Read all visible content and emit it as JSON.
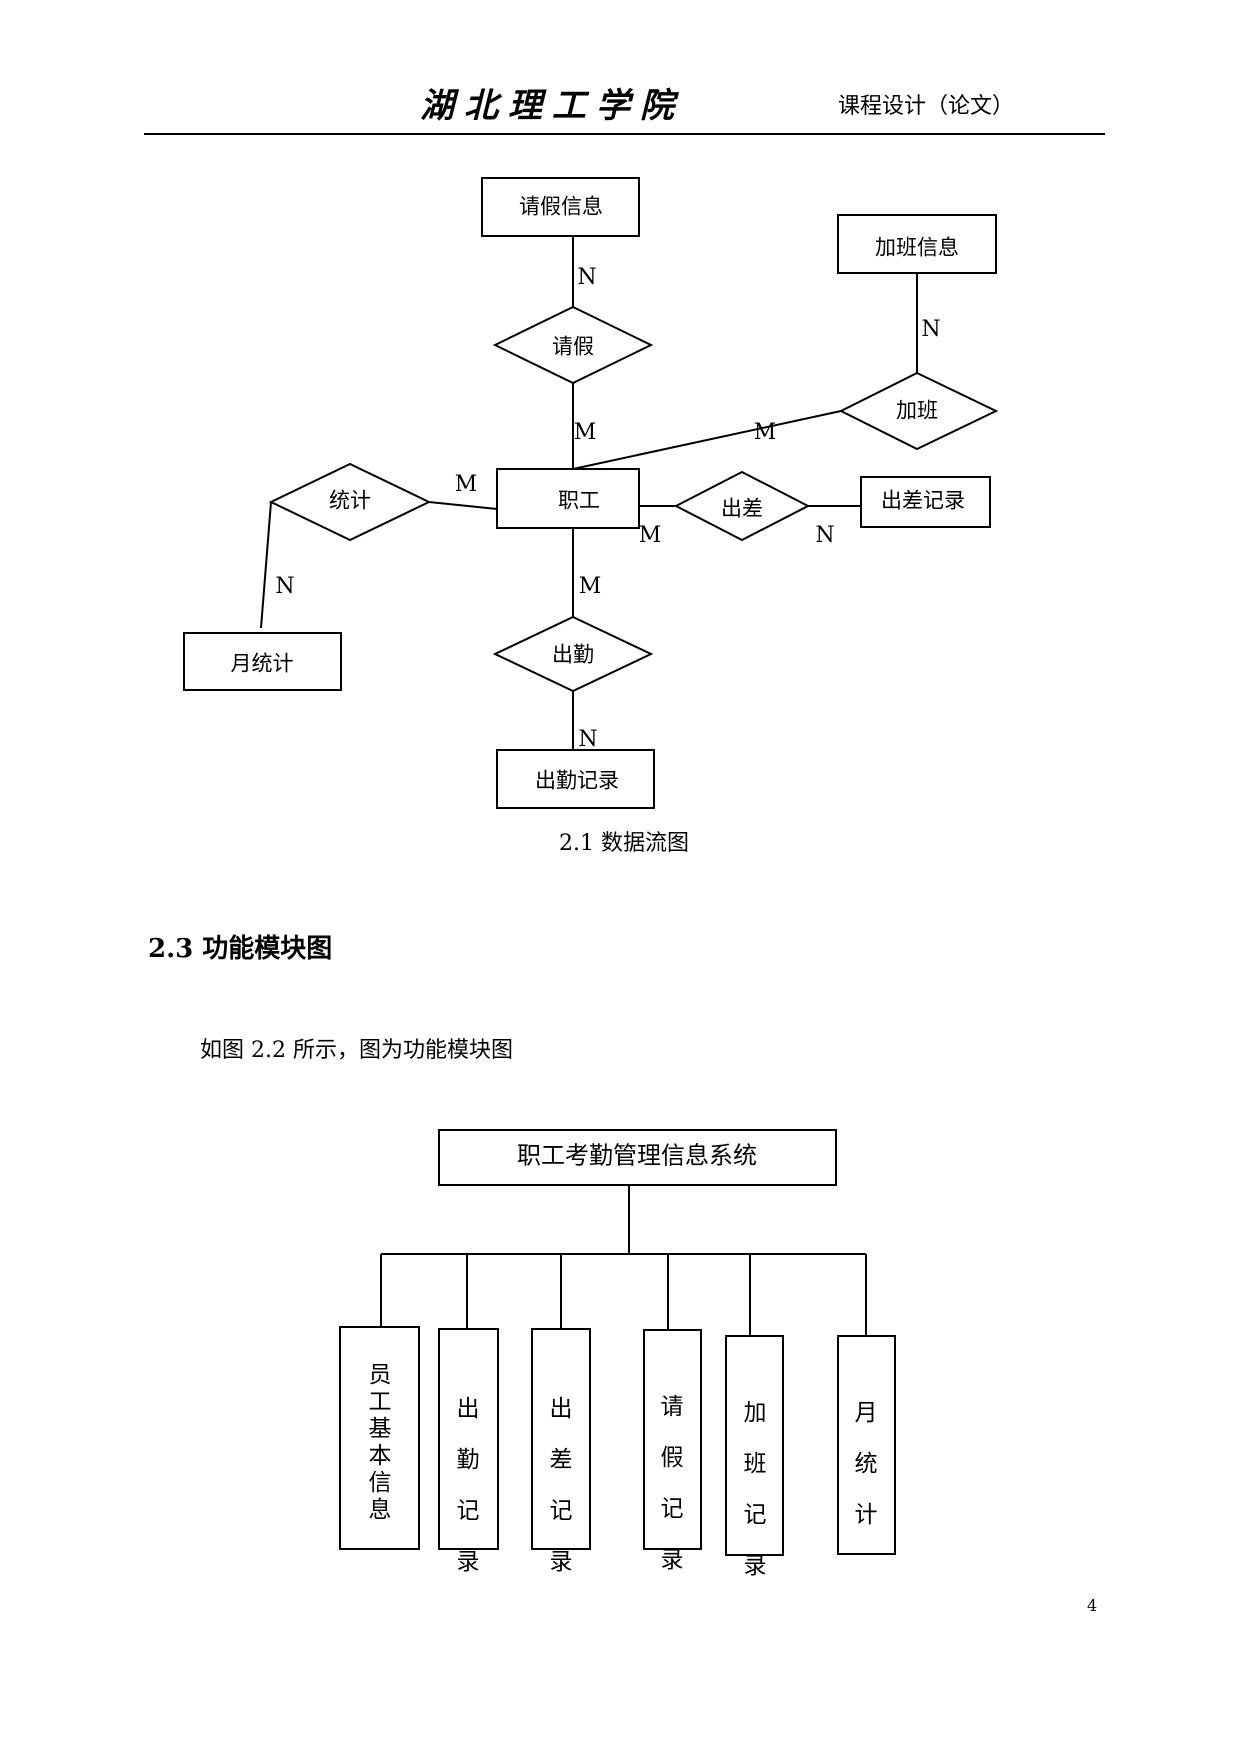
{
  "header": {
    "logo_text": "湖北理工学院",
    "course_label": "课程设计（论文）"
  },
  "er_diagram": {
    "entities": {
      "leave_info": "请假信息",
      "overtime_info": "加班信息",
      "employee": "职工",
      "trip_record": "出差记录",
      "monthly_stats": "月统计",
      "attendance_record": "出勤记录"
    },
    "relationships": {
      "leave": "请假",
      "overtime": "加班",
      "stats": "统计",
      "trip": "出差",
      "attendance": "出勤"
    },
    "cardinality": {
      "leave_info_side": "N",
      "leave_employee_side": "M",
      "overtime_info_side": "N",
      "overtime_employee_side": "M",
      "stats_employee_side": "M",
      "stats_monthly_side": "N",
      "trip_employee_side": "M",
      "trip_record_side": "N",
      "attendance_employee_side": "M",
      "attendance_record_side": "N"
    },
    "caption": "2.1  数据流图"
  },
  "section": {
    "heading": "2.3 功能模块图",
    "intro": "如图 2.2 所示，图为功能模块图"
  },
  "module_diagram": {
    "root": "职工考勤管理信息系统",
    "modules": [
      "员工基本信息",
      "出勤记录",
      "出差记录",
      "请假记录",
      "加班记录",
      "月统计"
    ]
  },
  "footer": {
    "page_number": "4"
  }
}
